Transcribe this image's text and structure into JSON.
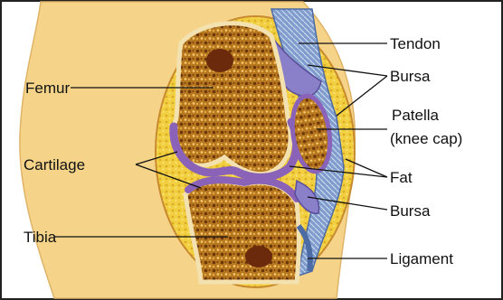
{
  "labels": {
    "tendon": "Tendon",
    "bursa_upper": "Bursa",
    "femur": "Femur",
    "patella_line1": "Patella",
    "patella_line2": "(knee cap)",
    "cartilage": "Cartilage",
    "fat": "Fat",
    "bursa_lower": "Bursa",
    "tibia": "Tibia",
    "ligament": "Ligament"
  },
  "colors": {
    "skin": "#f5d48a",
    "bone": "#c9902a",
    "marrow": "#6b2a0c",
    "cartilage": "#8a63b8",
    "tendon": "#7a98c8",
    "fat": "#f2cf3e",
    "leader_line": "#111111",
    "frame": "#222222"
  }
}
